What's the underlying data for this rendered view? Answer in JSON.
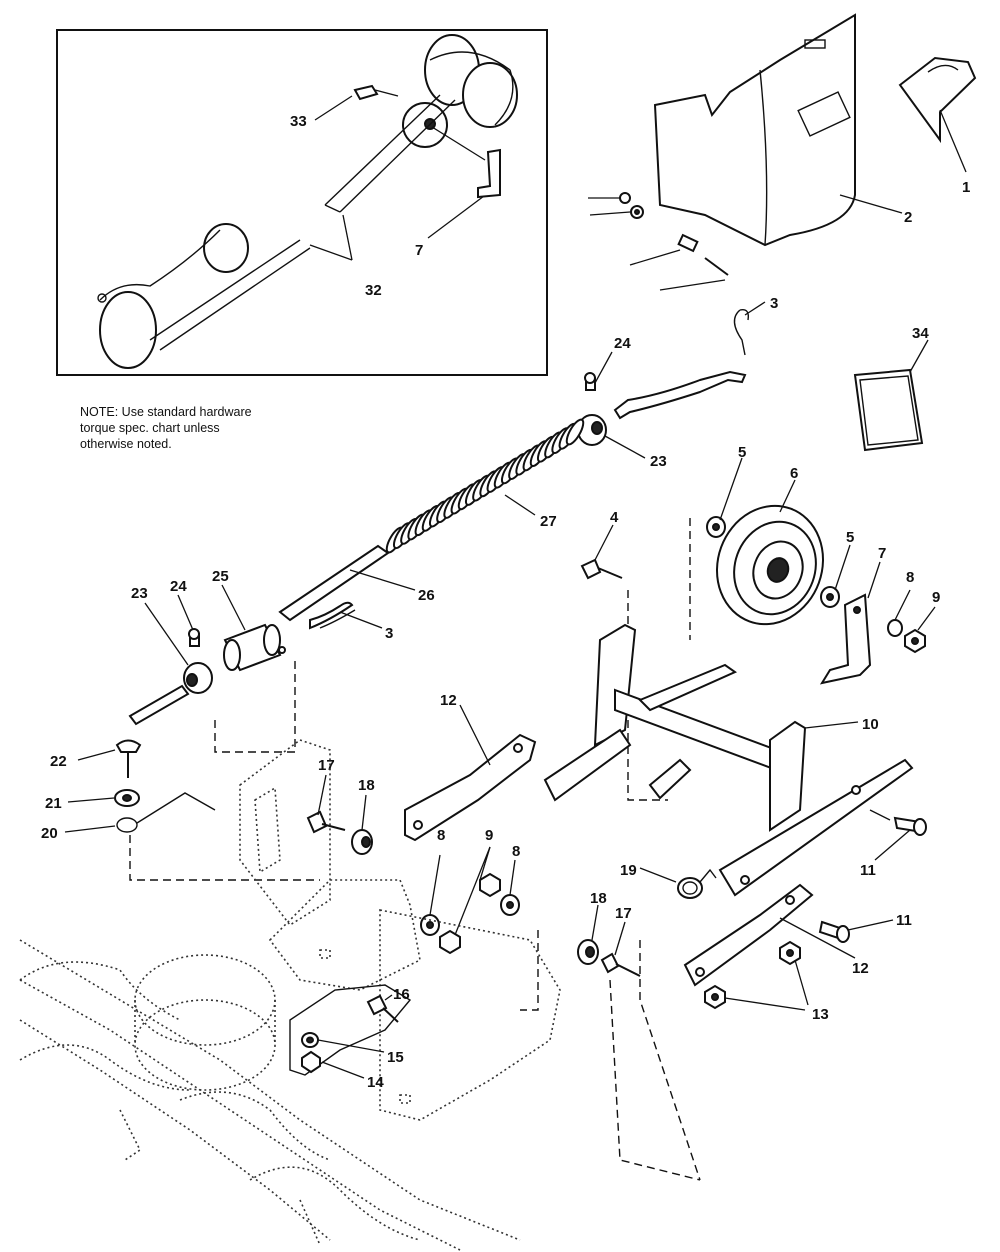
{
  "note": {
    "line1": "NOTE: Use standard hardware",
    "line2": "torque spec. chart unless",
    "line3": "otherwise noted."
  },
  "callouts": {
    "c1": "1",
    "c2": "2",
    "c3a": "3",
    "c3b": "3",
    "c4": "4",
    "c5a": "5",
    "c5b": "5",
    "c6": "6",
    "c7a": "7",
    "c7b": "7",
    "c8a": "8",
    "c8b": "8",
    "c8c": "8",
    "c9a": "9",
    "c9b": "9",
    "c10": "10",
    "c11a": "11",
    "c11b": "11",
    "c12a": "12",
    "c12b": "12",
    "c13": "13",
    "c14": "14",
    "c15": "15",
    "c16": "16",
    "c17a": "17",
    "c17b": "17",
    "c18a": "18",
    "c18b": "18",
    "c19": "19",
    "c20": "20",
    "c21": "21",
    "c22": "22",
    "c23a": "23",
    "c23b": "23",
    "c24a": "24",
    "c24b": "24",
    "c25": "25",
    "c26": "26",
    "c27": "27",
    "c32": "32",
    "c33": "33",
    "c34": "34"
  }
}
